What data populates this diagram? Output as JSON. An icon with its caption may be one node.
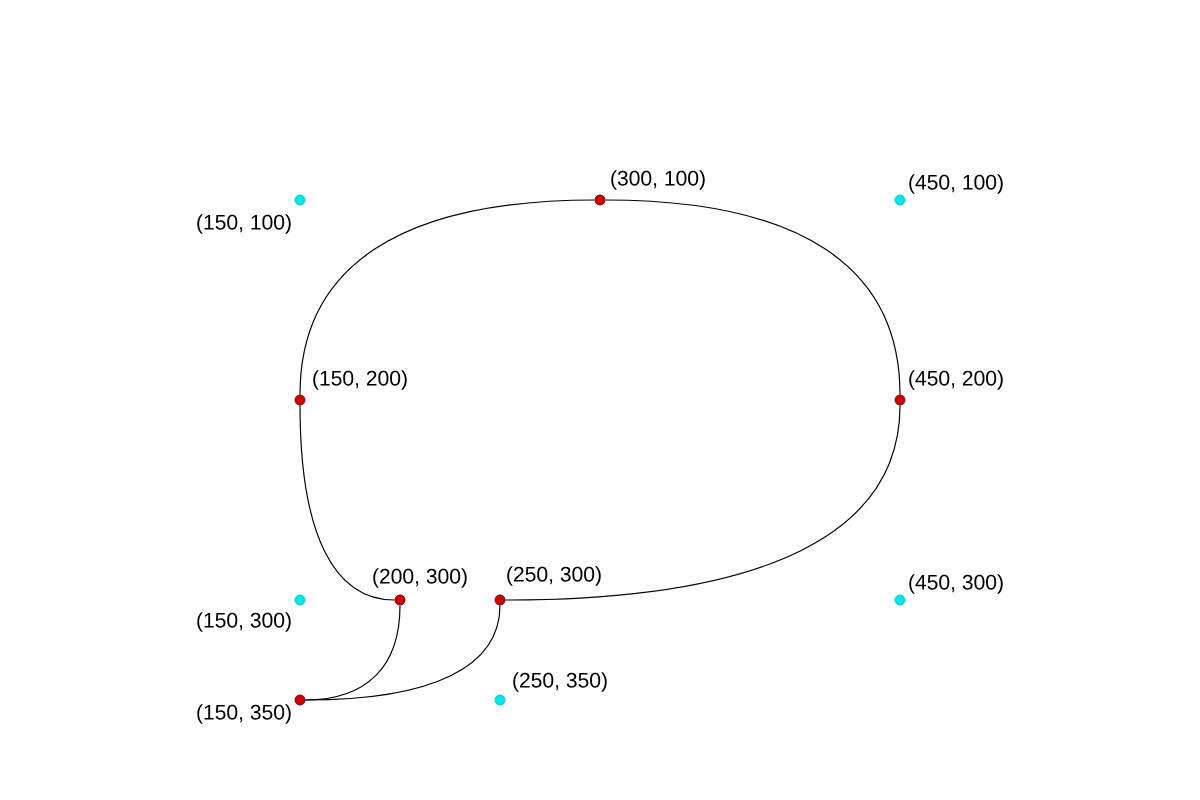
{
  "diagram": {
    "nodes": [
      {
        "text": [],
        "shape": "circle",
        "beside": [
          "(150, 100)"
        ]
      },
      {
        "text": [],
        "shape": "circle",
        "beside": [
          "(300, 100)"
        ]
      },
      {
        "text": [],
        "shape": "circle",
        "beside": [
          "(450, 100)"
        ]
      },
      {
        "text": [],
        "shape": "circle",
        "beside": [
          "(150, 200)"
        ]
      },
      {
        "text": [],
        "shape": "circle",
        "beside": [
          "(450, 200)"
        ]
      },
      {
        "text": [],
        "shape": "circle",
        "beside": [
          "(150, 300)"
        ]
      },
      {
        "text": [],
        "shape": "circle",
        "beside": [
          "(200, 300)"
        ]
      },
      {
        "text": [],
        "shape": "circle",
        "beside": [
          "(250, 300)"
        ]
      },
      {
        "text": [],
        "shape": "circle",
        "beside": [
          "(450, 300)"
        ]
      },
      {
        "text": [],
        "shape": "circle",
        "beside": [
          "(150, 350)"
        ]
      },
      {
        "text": [],
        "shape": "circle",
        "beside": [
          "(250, 350)"
        ]
      }
    ],
    "edges": [
      {
        "from": 3,
        "to": 1,
        "arrow": "none"
      },
      {
        "from": 1,
        "to": 4,
        "arrow": "none"
      },
      {
        "from": 4,
        "to": 7,
        "arrow": "none"
      },
      {
        "from": 7,
        "to": 9,
        "arrow": "none"
      },
      {
        "from": 9,
        "to": 6,
        "arrow": "none"
      },
      {
        "from": 6,
        "to": 3,
        "arrow": "none"
      }
    ]
  }
}
